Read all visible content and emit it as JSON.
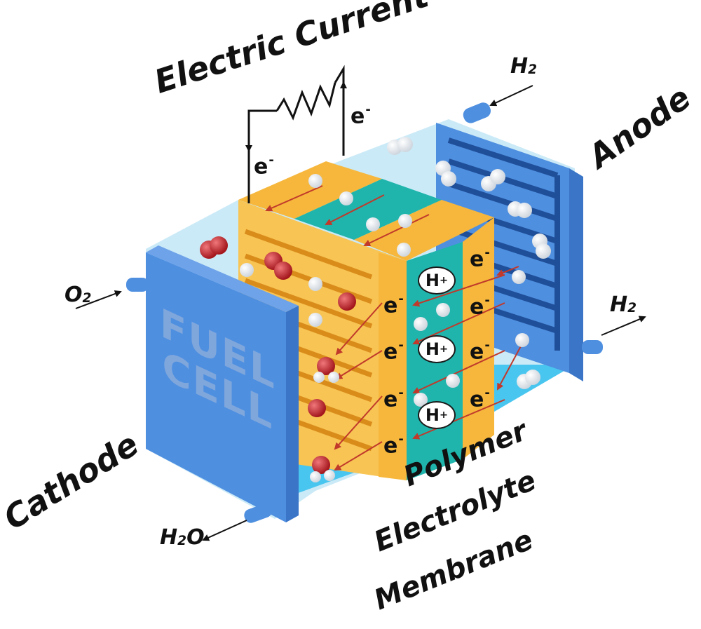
{
  "labels": {
    "electric_current": "Electric Current",
    "anode": "Anode",
    "cathode": "Cathode",
    "membrane_line1": "Polymer",
    "membrane_line2": "Electrolyte",
    "membrane_line3": "Membrane",
    "fuel": "FUEL",
    "cell": "CELL"
  },
  "flows": {
    "h2_in": {
      "base": "H",
      "sub": "2"
    },
    "h2_out": {
      "base": "H",
      "sub": "2"
    },
    "o2_in": {
      "base": "O",
      "sub": "2"
    },
    "h2o_out": {
      "base": "H",
      "sub": "2",
      "tail": "O"
    }
  },
  "particles": {
    "electron": {
      "base": "e",
      "sup": "-"
    },
    "proton": {
      "base": "H",
      "sup": "+"
    }
  },
  "colors": {
    "plate_front": "#4f8fe0",
    "plate_side": "#3a75c7",
    "electrode_orange": "#f6b73c",
    "membrane_teal": "#1fb5ac",
    "chamber_glass": "#bfe6f5",
    "arrow_red": "#c0392b",
    "oxygen_red": "#c0252b"
  },
  "icons": [
    "resistor-icon",
    "arrow-icon",
    "hydrogen-molecule-icon",
    "oxygen-molecule-icon",
    "water-molecule-icon"
  ]
}
